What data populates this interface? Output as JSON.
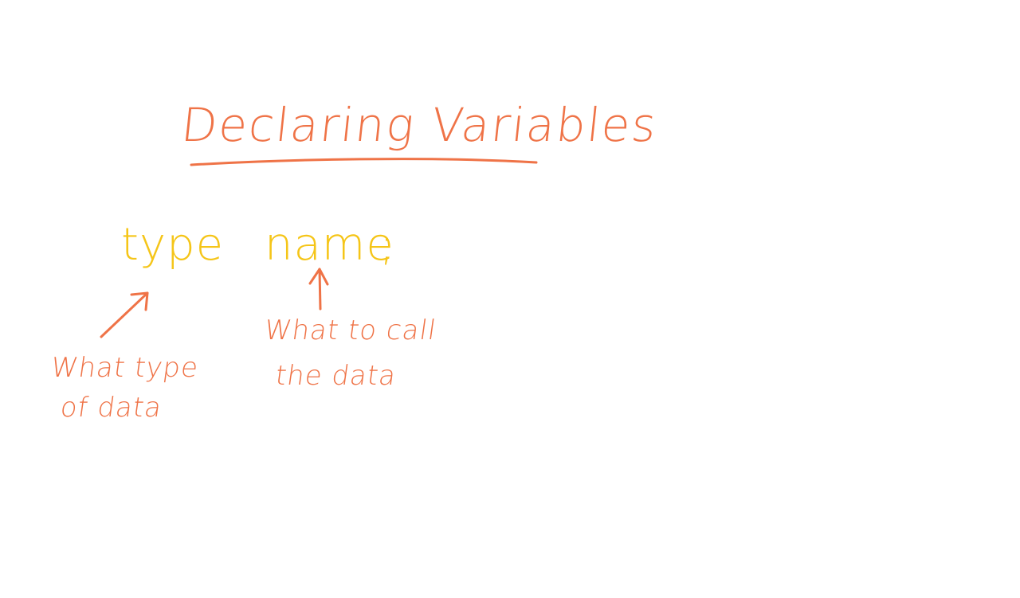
{
  "board": {
    "title": "Declaring Variables",
    "code": {
      "type_keyword": "type",
      "name_keyword": "name",
      "terminator": ";"
    },
    "annotations": {
      "type_note_line1": "What type",
      "type_note_line2": "of data",
      "name_note_line1": "What to call",
      "name_note_line2": "the data"
    }
  },
  "colors": {
    "background": "#ffffff",
    "accent_ink": "#ef7347",
    "code_ink": "#f5c518"
  },
  "icons": {
    "type_arrow": "arrow-up-right-icon",
    "name_arrow": "arrow-up-icon"
  }
}
